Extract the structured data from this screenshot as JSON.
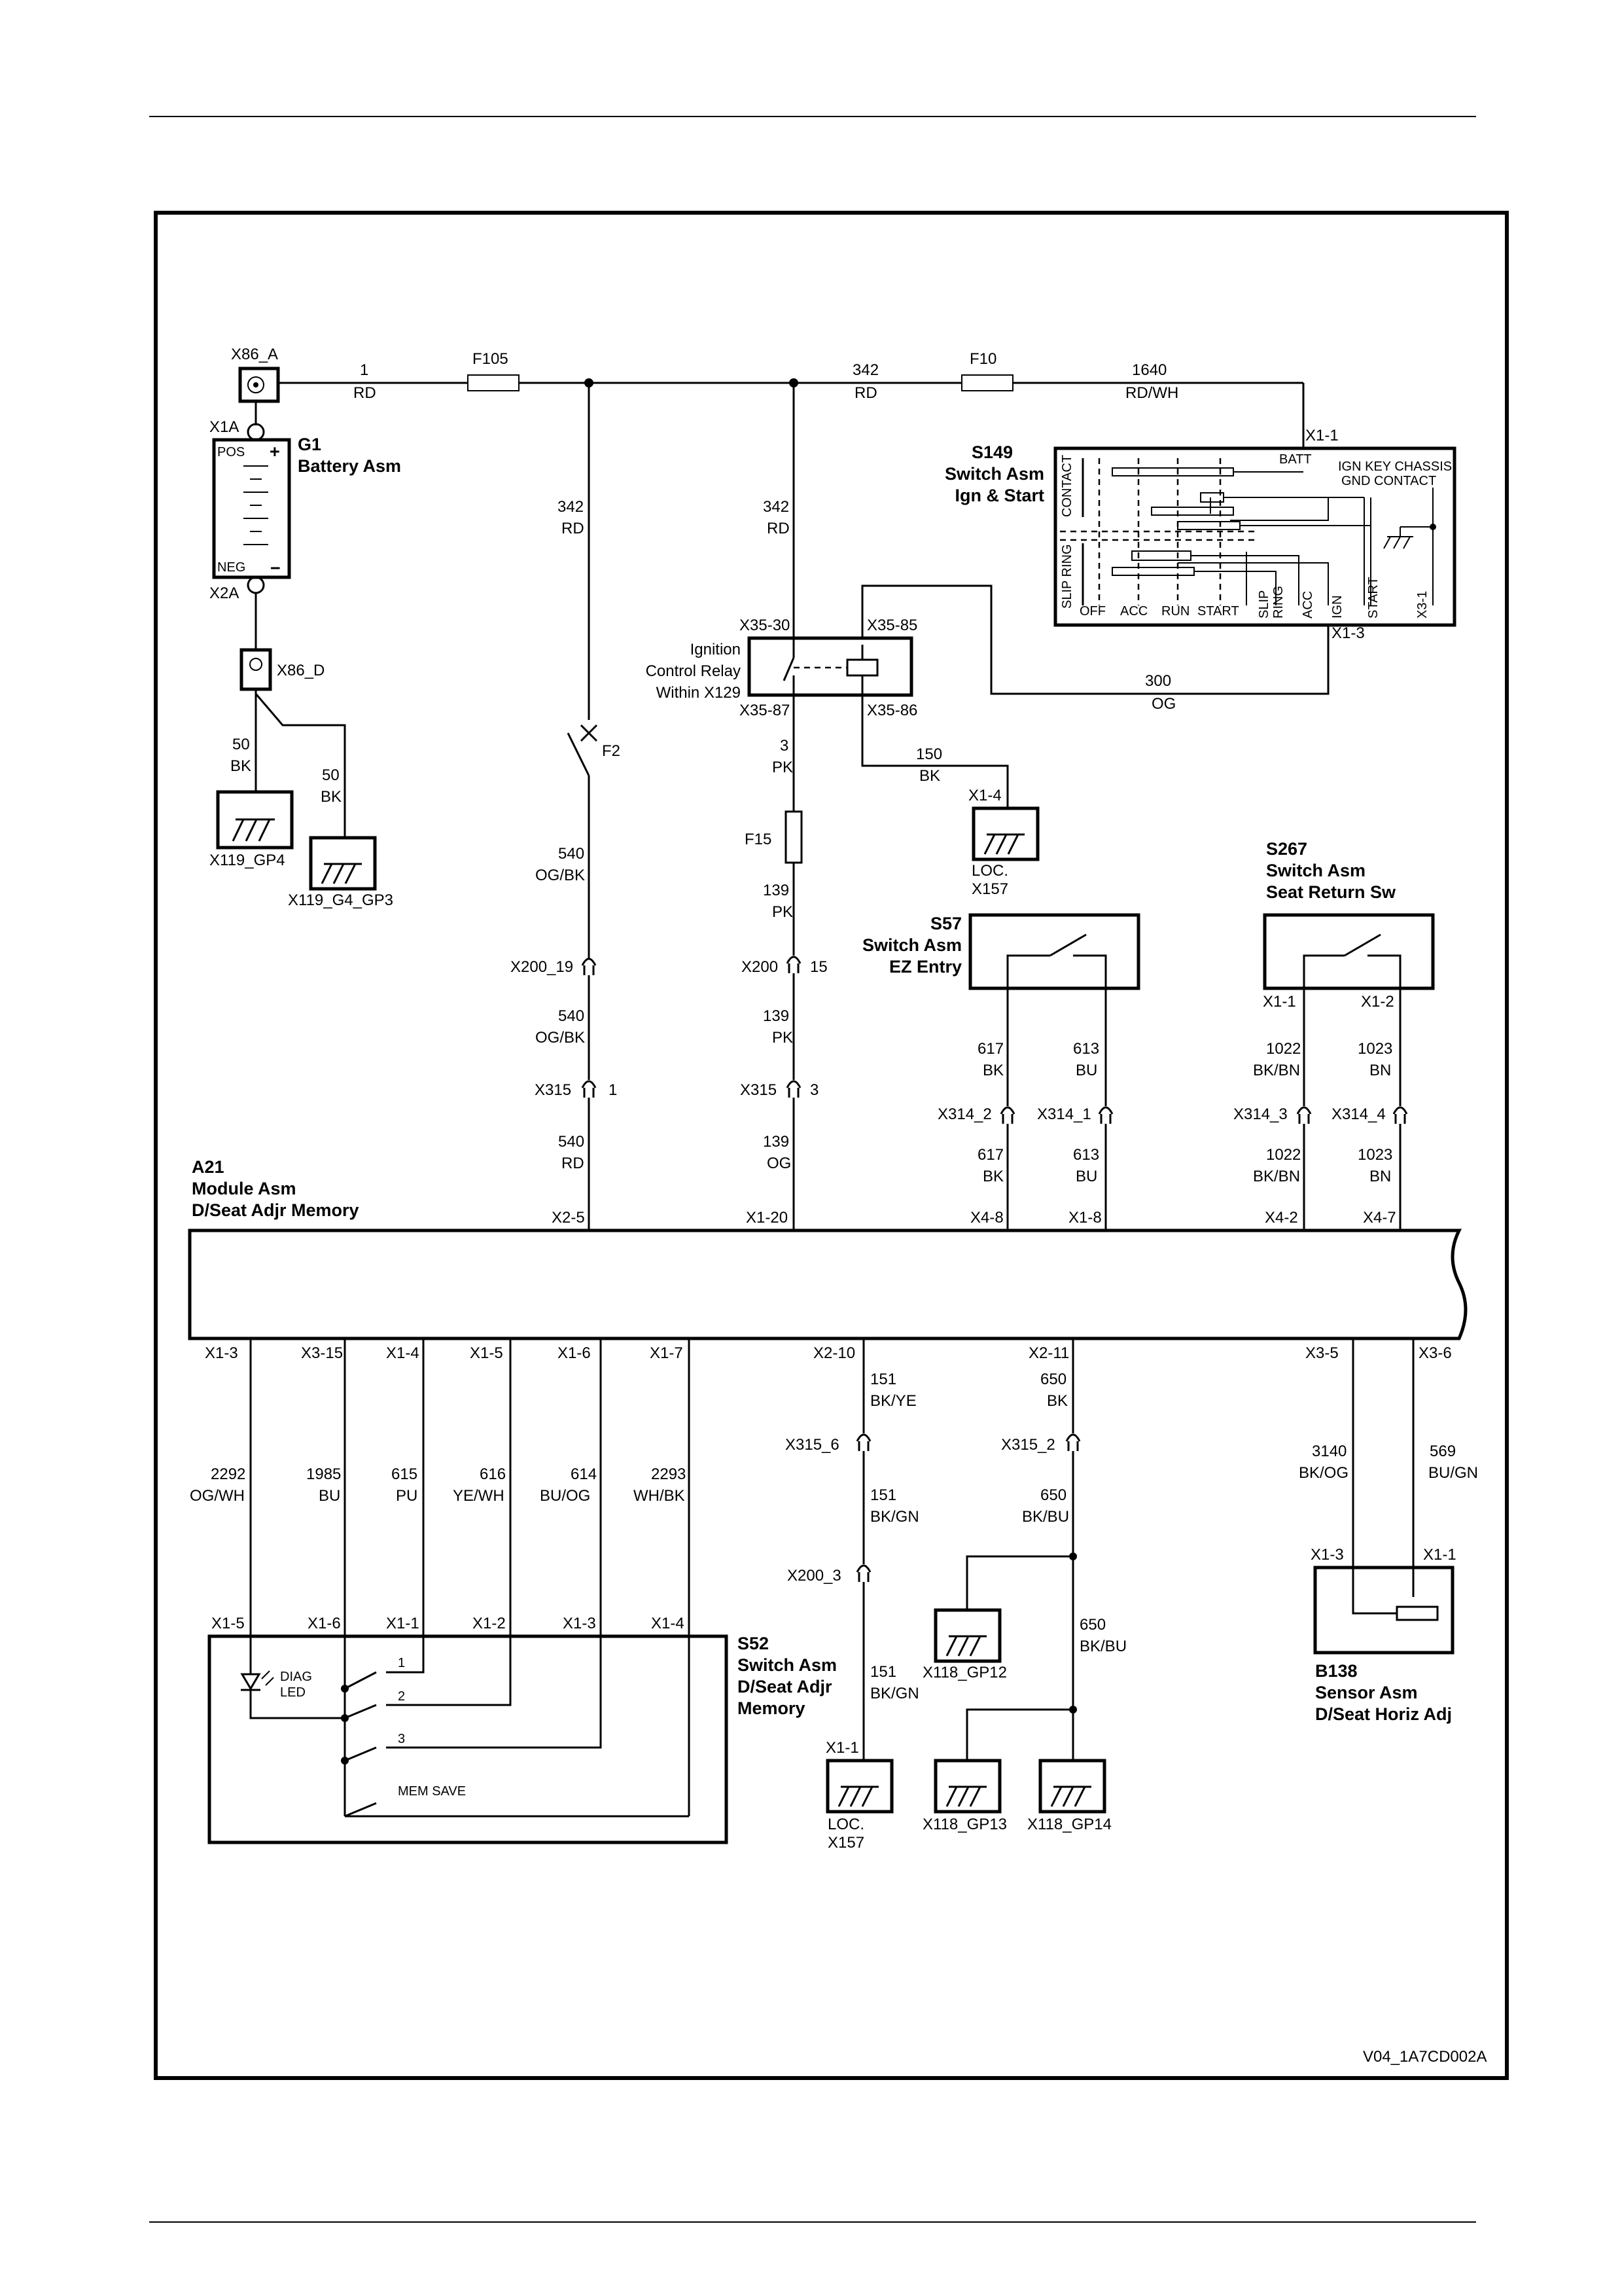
{
  "labels": {
    "x86a": "X86_A",
    "w1": "1",
    "w1c": "RD",
    "f105": "F105",
    "w342a": "342",
    "w342ac": "RD",
    "f10": "F10",
    "w1640": "1640",
    "w1640c": "RD/WH",
    "x1_1": "X1-1",
    "s149": "S149",
    "s149a": "Switch Asm",
    "s149b": "Ign & Start",
    "batt": "BATT",
    "ignkey1": "IGN KEY CHASSIS",
    "ignkey2": "GND CONTACT",
    "contact": "CONTACT",
    "slipring": "SLIP RING",
    "off": "OFF",
    "acc": "ACC",
    "run": "RUN",
    "start": "START",
    "slip2a": "SLIP",
    "slip2b": "RING",
    "accv": "ACC",
    "ignv": "IGN",
    "startv": "START",
    "x3_1": "X3-1",
    "x1_3a": "X1-3",
    "x1a": "X1A",
    "g1": "G1",
    "g1b": "Battery Asm",
    "pos": "POS",
    "neg": "NEG",
    "x2a": "X2A",
    "x86d": "X86_D",
    "w50a": "50",
    "w50ac": "BK",
    "w50b": "50",
    "w50bc": "BK",
    "gp4": "X119_GP4",
    "gp3": "X119_G4_GP3",
    "w342b": "342",
    "w342bc": "RD",
    "w342c": "342",
    "w342cc": "RD",
    "f2": "F2",
    "w540a": "540",
    "w540ac": "OG/BK",
    "x200_19": "X200_19",
    "w540b": "540",
    "w540bc": "OG/BK",
    "x315a": "X315",
    "x315an": "1",
    "w540c": "540",
    "w540cc": "RD",
    "x35_30": "X35-30",
    "x35_85": "X35-85",
    "icr1": "Ignition",
    "icr2": "Control Relay",
    "icr3": "Within X129",
    "x35_87": "X35-87",
    "x35_86": "X35-86",
    "w300": "300",
    "w300c": "OG",
    "w3": "3",
    "w3c": "PK",
    "w150": "150",
    "w150c": "BK",
    "x1_4a": "X1-4",
    "loc1": "LOC.",
    "x157a": "X157",
    "f15": "F15",
    "w139a": "139",
    "w139ac": "PK",
    "x200": "X200",
    "x200n": "15",
    "w139b": "139",
    "w139bc": "PK",
    "x315b": "X315",
    "x315bn": "3",
    "w139c": "139",
    "w139cc": "OG",
    "s57": "S57",
    "s57a": "Switch Asm",
    "s57b": "EZ Entry",
    "w617a": "617",
    "w617ac": "BK",
    "w613a": "613",
    "w613ac": "BU",
    "x314_2": "X314_2",
    "x314_1": "X314_1",
    "w617b": "617",
    "w617bc": "BK",
    "w613b": "613",
    "w613bc": "BU",
    "s267": "S267",
    "s267a": "Switch Asm",
    "s267b": "Seat Return Sw",
    "x1_1b": "X1-1",
    "x1_2b": "X1-2",
    "w1022a": "1022",
    "w1022ac": "BK/BN",
    "w1023a": "1023",
    "w1023ac": "BN",
    "x314_3": "X314_3",
    "x314_4": "X314_4",
    "w1022b": "1022",
    "w1022bc": "BK/BN",
    "w1023b": "1023",
    "w1023bc": "BN",
    "a21": "A21",
    "a21a": "Module Asm",
    "a21b": "D/Seat Adjr Memory",
    "x2_5": "X2-5",
    "x1_20": "X1-20",
    "x4_8": "X4-8",
    "x1_8": "X1-8",
    "x4_2": "X4-2",
    "x4_7": "X4-7",
    "b_x1_3": "X1-3",
    "b_x3_15": "X3-15",
    "b_x1_4": "X1-4",
    "b_x1_5": "X1-5",
    "b_x1_6": "X1-6",
    "b_x1_7": "X1-7",
    "b_x2_10": "X2-10",
    "b_x2_11": "X2-11",
    "b_x3_5": "X3-5",
    "b_x3_6": "X3-6",
    "w2292": "2292",
    "w2292c": "OG/WH",
    "w1985": "1985",
    "w1985c": "BU",
    "w615": "615",
    "w615c": "PU",
    "w616": "616",
    "w616c": "YE/WH",
    "w614": "614",
    "w614c": "BU/OG",
    "w2293": "2293",
    "w2293c": "WH/BK",
    "w151a": "151",
    "w151ac": "BK/YE",
    "x315_6": "X315_6",
    "w151b": "151",
    "w151bc": "BK/GN",
    "x200_3": "X200_3",
    "w151c": "151",
    "w151cc": "BK/GN",
    "x1_1c": "X1-1",
    "loc2": "LOC.",
    "x157b": "X157",
    "w650a": "650",
    "w650ac": "BK",
    "x315_2": "X315_2",
    "w650b": "650",
    "w650bc": "BK/BU",
    "w650c": "650",
    "w650cc": "BK/BU",
    "gp12": "X118_GP12",
    "gp13": "X118_GP13",
    "gp14": "X118_GP14",
    "w3140": "3140",
    "w3140c": "BK/OG",
    "w569": "569",
    "w569c": "BU/GN",
    "x1_3c": "X1-3",
    "x1_1d": "X1-1",
    "b138": "B138",
    "b138a": "Sensor Asm",
    "b138b": "D/Seat Horiz Adj",
    "s_x1_5": "X1-5",
    "s_x1_6": "X1-6",
    "s_x1_1": "X1-1",
    "s_x1_2": "X1-2",
    "s_x1_3": "X1-3",
    "s_x1_4": "X1-4",
    "diag": "DIAG",
    "led": "LED",
    "p1": "1",
    "p2": "2",
    "p3": "3",
    "memsave": "MEM SAVE",
    "s52": "S52",
    "s52a": "Switch Asm",
    "s52b": "D/Seat Adjr",
    "s52c": "Memory",
    "code": "V04_1A7CD002A"
  }
}
